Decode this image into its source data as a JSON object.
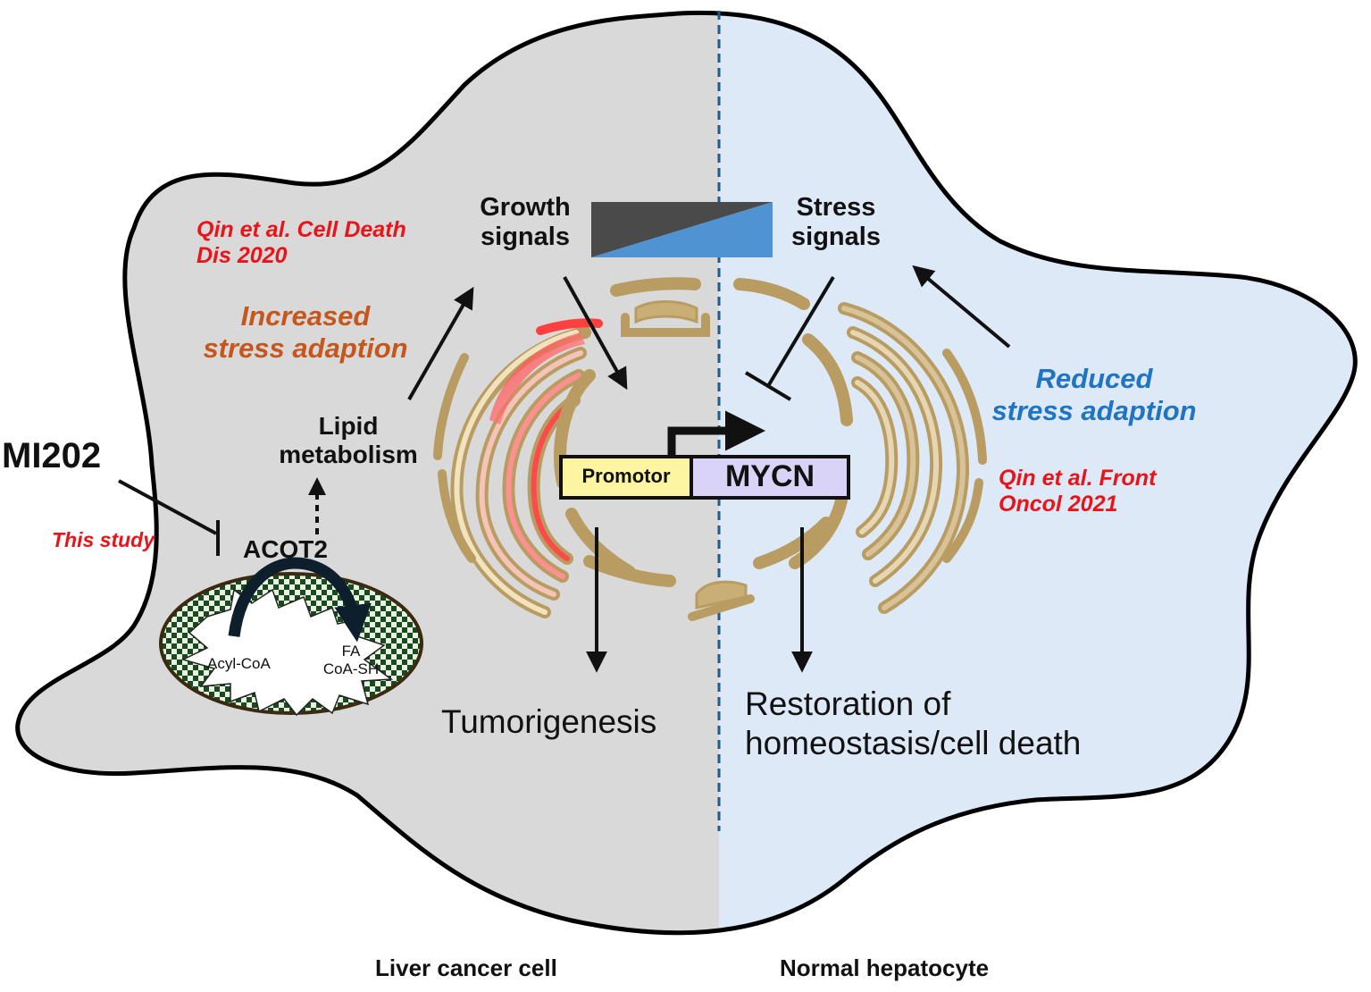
{
  "colors": {
    "cancer_side": "#d9d9d9",
    "normal_side": "#dde9f6",
    "divider": "#1f5c8c",
    "er": "#b89c62",
    "er_fill": "#c9ae76",
    "er_red": "#ff5252",
    "promotor_box": "#fdf5a2",
    "mycn_box": "#d9d4f7",
    "citation_red": "#e8141a",
    "increased_orange": "#c5561c",
    "reduced_blue": "#1f74c4",
    "growth_wedge": "#4a4a4a",
    "stress_wedge": "#4f93d3",
    "mito_outer": "#1a4a1a",
    "mito_check": "#e8f0e8"
  },
  "left_side": {
    "citation": "Qin et al. Cell Death Dis 2020",
    "citation_line1": "Qin et al. Cell Death",
    "citation_line2": "Dis 2020",
    "adaptation_line1": "Increased",
    "adaptation_line2": "stress adaption",
    "growth_line1": "Growth",
    "growth_line2": "signals",
    "lipid_line1": "Lipid",
    "lipid_line2": "metabolism",
    "drug": "MI202",
    "study": "This study",
    "enzyme": "ACOT2",
    "substrate": "Acyl-CoA",
    "product_line1": "FA",
    "product_line2": "CoA-SH",
    "outcome": "Tumorigenesis",
    "cell_label": "Liver cancer cell"
  },
  "right_side": {
    "stress_line1": "Stress",
    "stress_line2": "signals",
    "adaptation_line1": "Reduced",
    "adaptation_line2": "stress adaption",
    "citation_line1": "Qin et al. Front",
    "citation_line2": "Oncol 2021",
    "outcome_line1": "Restoration of",
    "outcome_line2": "homeostasis/cell death",
    "cell_label": "Normal hepatocyte"
  },
  "gene": {
    "promotor": "Promotor",
    "name": "MYCN"
  }
}
